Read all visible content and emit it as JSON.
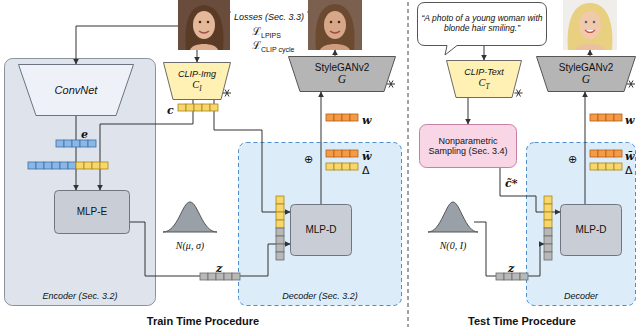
{
  "diagram": {
    "nodes": [
      {
        "text": [
          "Encoder (Sec. 3.2)"
        ]
      },
      {
        "text": [
          "ConvNet"
        ],
        "in": 0
      },
      {
        "text": [
          "MLP-E"
        ],
        "in": 0
      },
      {
        "text": [
          "CLIP-Img",
          "C",
          "I"
        ]
      },
      {
        "text": [
          "Decoder (Sec. 3.2)"
        ]
      },
      {
        "text": [
          "MLP-D"
        ],
        "in": 4
      },
      {
        "text": [
          "StyleGANv2",
          "G"
        ]
      },
      {
        "text": [
          "“A photo of a young woman with blonde hair smiling.”"
        ]
      },
      {
        "text": [
          "CLIP-Text",
          "C",
          "T"
        ]
      },
      {
        "text": [
          "Nonparametric Sampling (Sec. 3.4)"
        ]
      },
      {
        "text": [
          "Decoder"
        ]
      },
      {
        "text": [
          "MLP-D"
        ],
        "in": 10
      },
      {
        "text": [
          "StyleGANv2",
          "G"
        ]
      }
    ],
    "edges": [
      {
        "from": 1,
        "to": 2,
        "arrow": "to"
      },
      {
        "from": 3,
        "to": 2,
        "arrow": "to"
      },
      {
        "from": 3,
        "to": 5,
        "arrow": "to"
      },
      {
        "from": 2,
        "to": 5,
        "arrow": "to"
      },
      {
        "from": 5,
        "to": 6,
        "arrow": "to"
      },
      {
        "from": 7,
        "to": 8,
        "arrow": "to"
      },
      {
        "from": 8,
        "to": 9,
        "arrow": "to"
      },
      {
        "from": 9,
        "to": 11,
        "arrow": "to"
      },
      {
        "from": 11,
        "to": 12,
        "arrow": "to"
      }
    ],
    "labels": [
      "Losses (Sec. 3.3)",
      "ℒ",
      "LPIPS",
      "ℒ",
      "CLIP cycle",
      "e",
      "c",
      "N(μ, σ)",
      "z",
      "w",
      "w̄",
      "⊕",
      "Δ",
      "Train Time Procedure",
      "c̃*",
      "N(0, I)",
      "z",
      "w",
      "w̄",
      "⊕",
      "Δ",
      "Test Time Procedure"
    ]
  }
}
